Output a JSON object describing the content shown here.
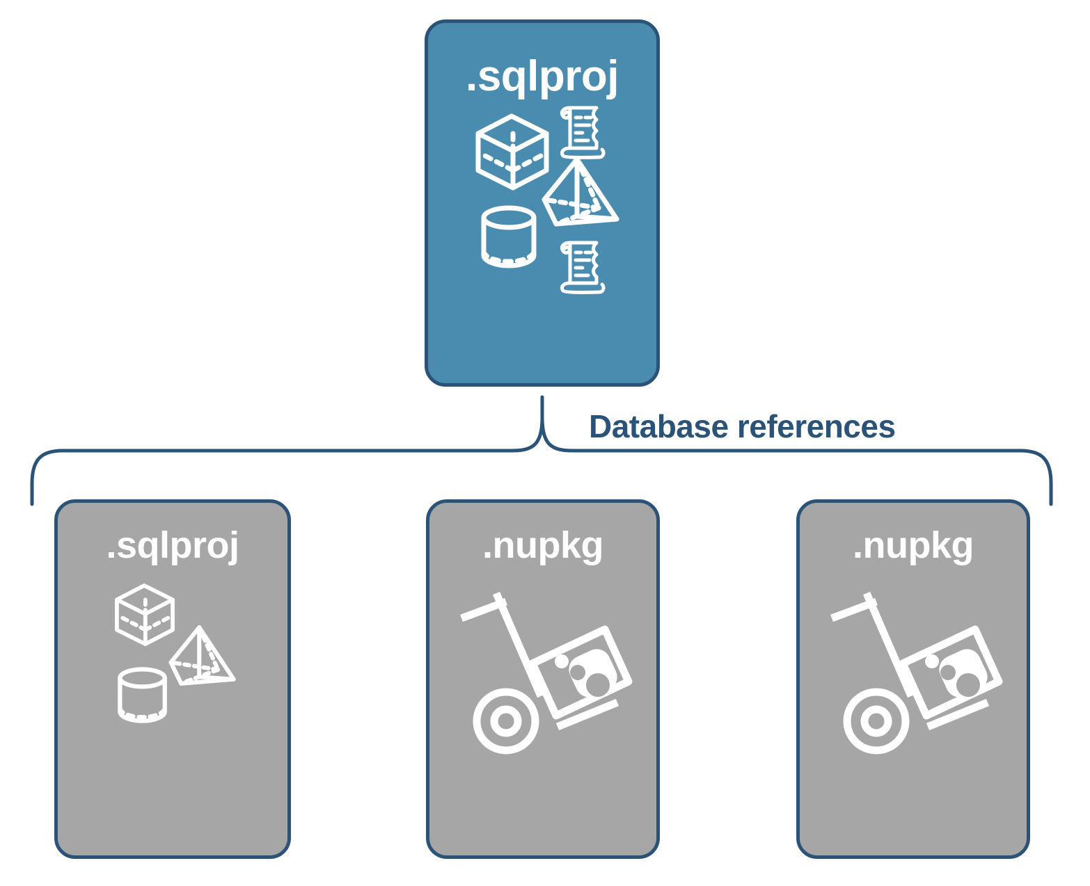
{
  "diagram": {
    "title": "Database references",
    "colors": {
      "primary_fill": "#498caf",
      "secondary_fill": "#a6a6a6",
      "stroke": "#2b5378",
      "icon": "#ffffff",
      "background": "#ffffff"
    },
    "root_node": {
      "label": ".sqlproj",
      "fill": "primary",
      "icons": [
        "cube-icon",
        "scroll-icon",
        "pyramid-icon",
        "cylinder-icon",
        "scroll-icon"
      ]
    },
    "connector": {
      "type": "curly-brace",
      "label": "Database references",
      "branch_count": 3
    },
    "reference_nodes": [
      {
        "label": ".sqlproj",
        "fill": "secondary",
        "icons": [
          "cube-icon",
          "pyramid-icon",
          "cylinder-icon"
        ]
      },
      {
        "label": ".nupkg",
        "fill": "secondary",
        "icons": [
          "nuget-package-dolly-icon"
        ]
      },
      {
        "label": ".nupkg",
        "fill": "secondary",
        "icons": [
          "nuget-package-dolly-icon"
        ]
      }
    ]
  }
}
